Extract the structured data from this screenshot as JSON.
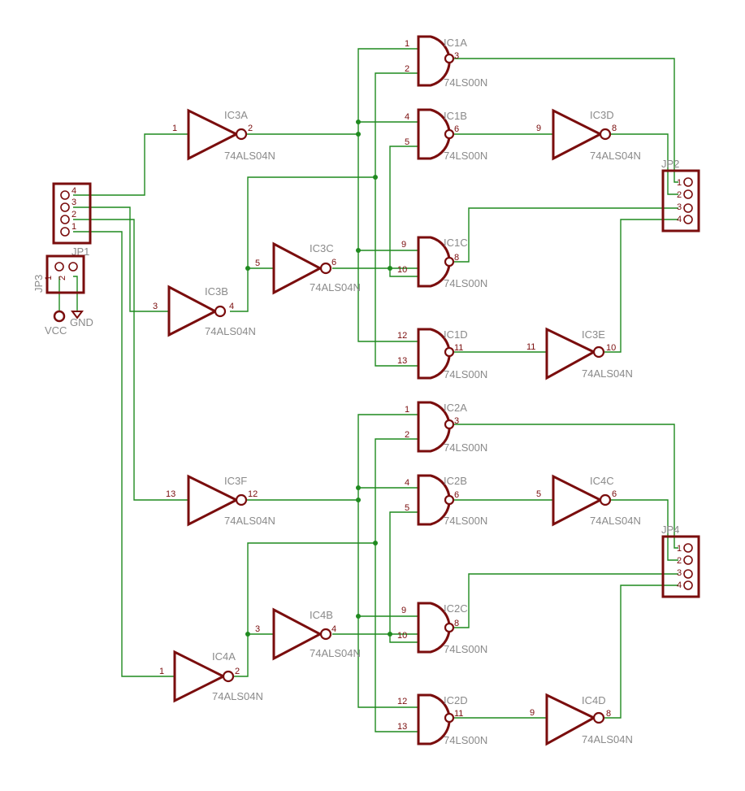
{
  "gate_value": "74LS00N",
  "inverter_value": "74ALS04N",
  "gates": [
    {
      "name": "IC1A",
      "pin_a": "1",
      "pin_b": "2",
      "pin_out": "3"
    },
    {
      "name": "IC1B",
      "pin_a": "4",
      "pin_b": "5",
      "pin_out": "6"
    },
    {
      "name": "IC1C",
      "pin_a": "9",
      "pin_b": "10",
      "pin_out": "8"
    },
    {
      "name": "IC1D",
      "pin_a": "12",
      "pin_b": "13",
      "pin_out": "11"
    },
    {
      "name": "IC2A",
      "pin_a": "1",
      "pin_b": "2",
      "pin_out": "3"
    },
    {
      "name": "IC2B",
      "pin_a": "4",
      "pin_b": "5",
      "pin_out": "6"
    },
    {
      "name": "IC2C",
      "pin_a": "9",
      "pin_b": "10",
      "pin_out": "8"
    },
    {
      "name": "IC2D",
      "pin_a": "12",
      "pin_b": "13",
      "pin_out": "11"
    }
  ],
  "inverters": [
    {
      "name": "IC3A",
      "pin_in": "1",
      "pin_out": "2"
    },
    {
      "name": "IC3B",
      "pin_in": "3",
      "pin_out": "4"
    },
    {
      "name": "IC3C",
      "pin_in": "5",
      "pin_out": "6"
    },
    {
      "name": "IC3D",
      "pin_in": "9",
      "pin_out": "8"
    },
    {
      "name": "IC3E",
      "pin_in": "11",
      "pin_out": "10"
    },
    {
      "name": "IC3F",
      "pin_in": "13",
      "pin_out": "12"
    },
    {
      "name": "IC4A",
      "pin_in": "1",
      "pin_out": "2"
    },
    {
      "name": "IC4B",
      "pin_in": "3",
      "pin_out": "4"
    },
    {
      "name": "IC4C",
      "pin_in": "5",
      "pin_out": "6"
    },
    {
      "name": "IC4D",
      "pin_in": "9",
      "pin_out": "8"
    }
  ],
  "connectors": [
    {
      "name": "JP1",
      "pins": [
        "4",
        "3",
        "2",
        "1"
      ]
    },
    {
      "name": "JP2",
      "pins": [
        "1",
        "2",
        "3",
        "4"
      ]
    },
    {
      "name": "JP4",
      "pins": [
        "1",
        "2",
        "3",
        "4"
      ]
    },
    {
      "name": "JP3",
      "pins": [
        "1",
        "2"
      ]
    }
  ],
  "power": {
    "vcc": "VCC",
    "gnd": "GND"
  }
}
